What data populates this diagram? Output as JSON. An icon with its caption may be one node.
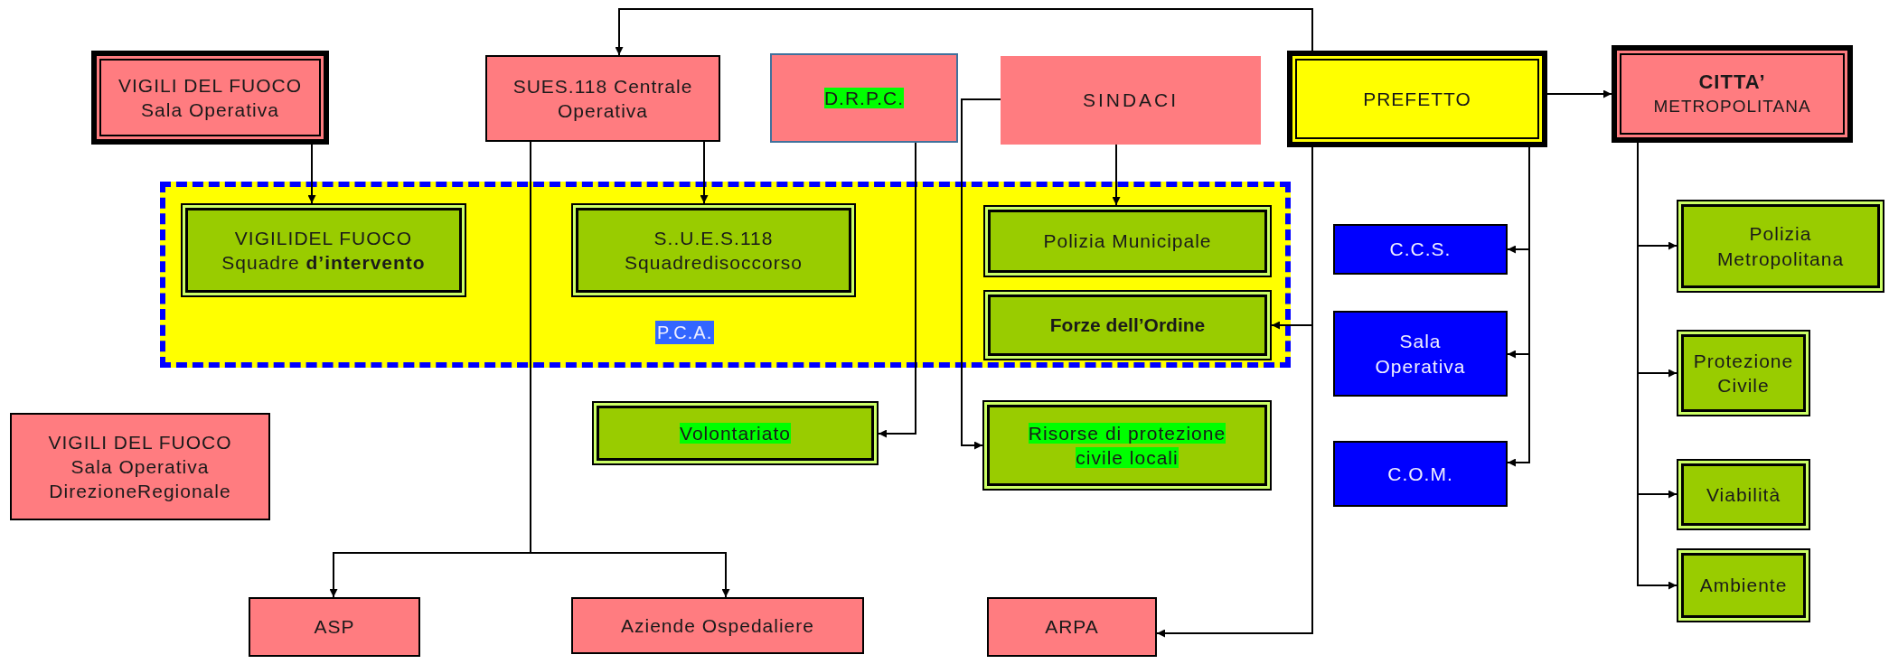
{
  "diagram": {
    "nodes": [
      {
        "text": [
          "VIGILI DEL FUOCO Sala Operativa"
        ]
      },
      {
        "text": [
          "SUES.118 Centrale Operativa"
        ]
      },
      {
        "text": [
          "D.R.P.C."
        ]
      },
      {
        "text": [
          "SINDACI"
        ]
      },
      {
        "text": [
          "PREFETTO"
        ]
      },
      {
        "text": [
          "CITTA’",
          "METROPOLITANA"
        ]
      },
      {
        "text": [
          "P.C.A."
        ]
      },
      {
        "text": [
          "VIGILIDEL FUOCO Squadre **d’intervento**"
        ],
        "in": 6
      },
      {
        "text": [
          "S..U.E.S.118 Squadredisoccorso"
        ],
        "in": 6
      },
      {
        "text": [
          "Polizia Municipale"
        ],
        "in": 6
      },
      {
        "text": [
          "Forze dell’Ordine"
        ],
        "in": 6
      },
      {
        "text": [
          "C.C.S."
        ]
      },
      {
        "text": [
          "Sala Operativa"
        ]
      },
      {
        "text": [
          "C.O.M."
        ]
      },
      {
        "text": [
          "Polizia Metropolitana"
        ]
      },
      {
        "text": [
          "Protezione Civile"
        ]
      },
      {
        "text": [
          "Viabilità"
        ]
      },
      {
        "text": [
          "Ambiente"
        ]
      },
      {
        "text": [
          "Volontariato"
        ]
      },
      {
        "text": [
          "Risorse di protezione civile locali"
        ]
      },
      {
        "text": [
          "VIGILI DEL FUOCO Sala Operativa DirezioneRegionale"
        ]
      },
      {
        "text": [
          "ASP"
        ]
      },
      {
        "text": [
          "Aziende Ospedaliere"
        ]
      },
      {
        "text": [
          "ARPA"
        ]
      }
    ],
    "edges": [
      {
        "from": 0,
        "to": 7,
        "arrow": "to"
      },
      {
        "from": 1,
        "to": 8,
        "arrow": "to"
      },
      {
        "from": 3,
        "to": 9,
        "arrow": "to"
      },
      {
        "from": 4,
        "to": 1,
        "arrow": "to"
      },
      {
        "from": 4,
        "to": 10,
        "arrow": "to"
      },
      {
        "from": 4,
        "to": 23,
        "arrow": "to"
      },
      {
        "from": 4,
        "to": 11,
        "arrow": "to"
      },
      {
        "from": 4,
        "to": 12,
        "arrow": "to"
      },
      {
        "from": 4,
        "to": 13,
        "arrow": "to"
      },
      {
        "from": 4,
        "to": 5,
        "arrow": "to"
      },
      {
        "from": 5,
        "to": 14,
        "arrow": "to"
      },
      {
        "from": 5,
        "to": 15,
        "arrow": "to"
      },
      {
        "from": 5,
        "to": 16,
        "arrow": "to"
      },
      {
        "from": 5,
        "to": 17,
        "arrow": "to"
      },
      {
        "from": 1,
        "to": 21,
        "arrow": "to"
      },
      {
        "from": 1,
        "to": 22,
        "arrow": "to"
      },
      {
        "from": 2,
        "to": 18,
        "arrow": "to"
      },
      {
        "from": 3,
        "to": 19,
        "arrow": "to"
      }
    ]
  }
}
